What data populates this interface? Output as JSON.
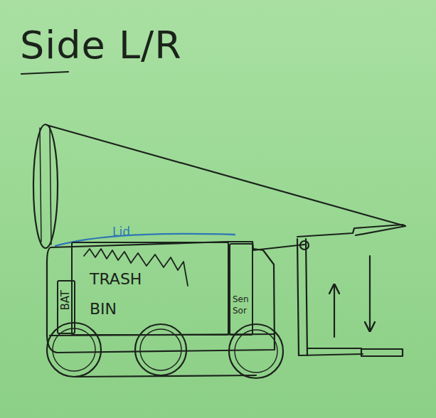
{
  "diagram": {
    "title": "Side L/R",
    "nodes": [
      {
        "text": [
          "BAT"
        ]
      },
      {
        "text": [
          "TRASH BIN"
        ]
      },
      {
        "text": [
          "Sen Sor"
        ]
      }
    ],
    "labels": [
      "Lid"
    ]
  }
}
